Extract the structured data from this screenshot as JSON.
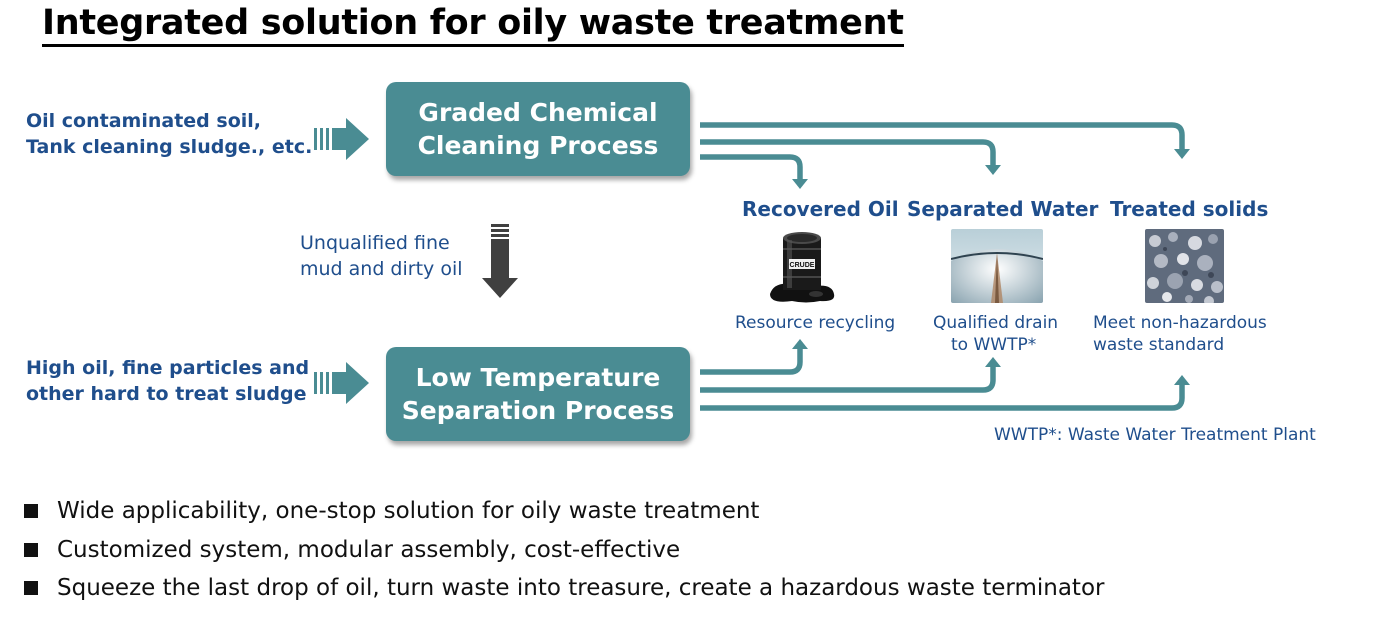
{
  "title": "Integrated solution for oily waste treatment",
  "inputs": {
    "top": [
      "Oil contaminated soil,",
      "Tank cleaning sludge., etc."
    ],
    "bottom": [
      "High oil, fine particles and",
      "other hard to treat sludge"
    ]
  },
  "processes": {
    "top": [
      "Graded Chemical",
      "Cleaning Process"
    ],
    "bottom": [
      "Low Temperature",
      "Separation Process"
    ]
  },
  "transfer_note": [
    "Unqualified fine",
    "mud and dirty oil"
  ],
  "outputs": [
    {
      "title": "Recovered Oil",
      "desc": [
        "Resource recycling"
      ],
      "icon": "crude-oil-barrel-icon",
      "barrel_label": "CRUDE"
    },
    {
      "title": "Separated Water",
      "desc": [
        "Qualified drain",
        "to WWTP*"
      ],
      "icon": "water-treatment-photo"
    },
    {
      "title": "Treated solids",
      "desc": [
        "Meet non-hazardous",
        "waste standard"
      ],
      "icon": "treated-solids-photo"
    }
  ],
  "footnote": "WWTP*: Waste Water Treatment Plant",
  "bullets": [
    "Wide applicability, one-stop solution for oily waste treatment",
    "Customized system, modular assembly, cost-effective",
    "Squeeze the last drop of oil, turn waste into treasure, create a hazardous waste terminator"
  ],
  "colors": {
    "process_fill": "#4a8c93",
    "flow_arrow": "#4a8c93",
    "text_blue": "#1f4e8c",
    "down_arrow": "#404040"
  }
}
